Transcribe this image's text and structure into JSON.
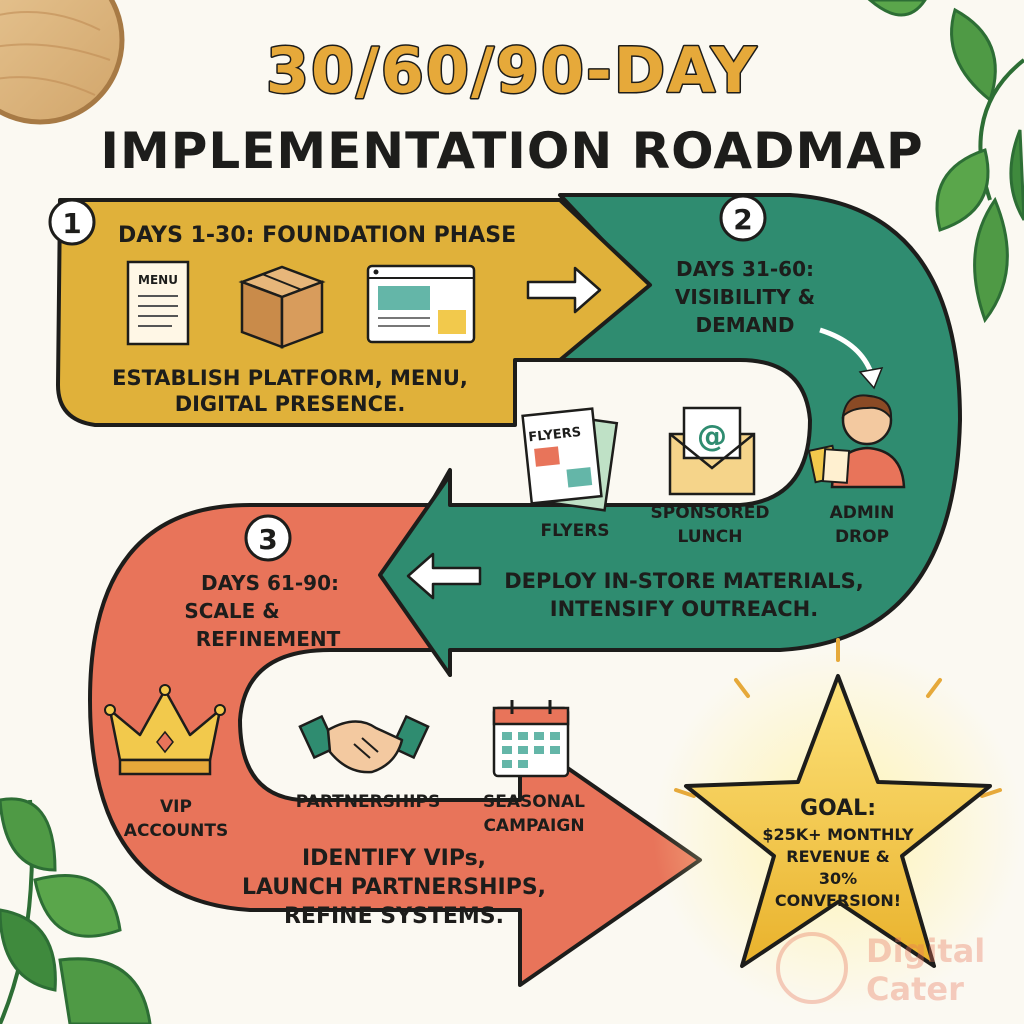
{
  "title": {
    "line1": "30/60/90-DAY",
    "line2": "IMPLEMENTATION ROADMAP"
  },
  "phases": [
    {
      "number": "1",
      "heading": "DAYS 1-30: FOUNDATION PHASE",
      "icons": [
        {
          "name": "menu-icon",
          "label": "MENU"
        },
        {
          "name": "box-icon"
        },
        {
          "name": "website-icon"
        }
      ],
      "description_lines": [
        "ESTABLISH PLATFORM, MENU,",
        "DIGITAL PRESENCE."
      ],
      "color": "#e0b13a"
    },
    {
      "number": "2",
      "heading_lines": [
        "DAYS 31-60:",
        "VISIBILITY &",
        "DEMAND"
      ],
      "items": [
        {
          "label_lines": [
            "FLYERS"
          ],
          "icon": "flyers-icon",
          "icon_text": "FLYERS"
        },
        {
          "label_lines": [
            "SPONSORED",
            "LUNCH"
          ],
          "icon": "envelope-email-icon"
        },
        {
          "label_lines": [
            "ADMIN",
            "DROP"
          ],
          "icon": "person-icon"
        }
      ],
      "description_lines": [
        "DEPLOY IN-STORE MATERIALS,",
        "INTENSIFY OUTREACH."
      ],
      "color": "#2f8c70"
    },
    {
      "number": "3",
      "heading_lines": [
        "DAYS 61-90:",
        "SCALE &",
        "REFINEMENT"
      ],
      "items": [
        {
          "label_lines": [
            "VIP",
            "ACCOUNTS"
          ],
          "icon": "crown-icon"
        },
        {
          "label_lines": [
            "PARTNERSHIPS"
          ],
          "icon": "handshake-icon"
        },
        {
          "label_lines": [
            "SEASONAL",
            "CAMPAIGN"
          ],
          "icon": "calendar-icon"
        }
      ],
      "description_lines": [
        "IDENTIFY VIPs,",
        "LAUNCH PARTNERSHIPS,",
        "REFINE SYSTEMS."
      ],
      "color": "#e8745a"
    }
  ],
  "goal": {
    "lines": [
      "GOAL:",
      "$25K+ MONTHLY",
      "REVENUE &",
      "30%",
      "CONVERSION!"
    ],
    "color": "#f2c94c"
  },
  "watermark": {
    "lines": [
      "Digital",
      "Cater"
    ]
  },
  "colors": {
    "title_accent": "#e8735a",
    "title_yellow": "#e6b63a",
    "ink": "#1d1d1b"
  }
}
